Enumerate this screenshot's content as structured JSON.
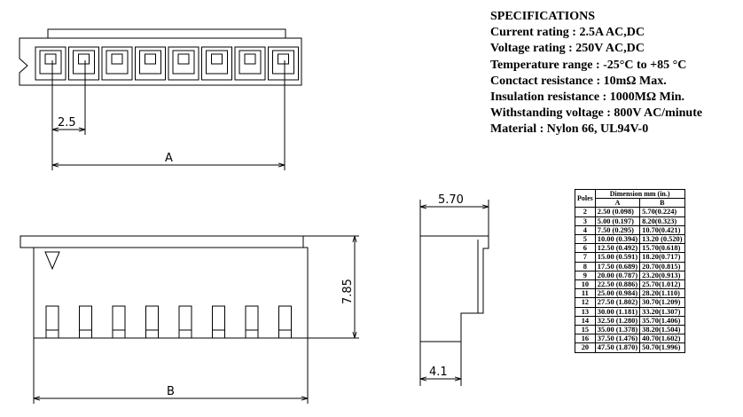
{
  "specifications": {
    "heading": "SPECIFICATIONS",
    "lines": [
      "Current rating : 2.5A AC,DC",
      "Voltage rating : 250V AC,DC",
      "Temperature range : -25°C to +85 °C",
      "Conctact resistance : 10mΩ Max.",
      "Insulation resistance : 1000MΩ Min.",
      "Withstanding voltage : 800V AC/minute",
      "Material : Nylon 66, UL94V-0"
    ]
  },
  "dimensions": {
    "pitch": "2.5",
    "length_a": "A",
    "length_b": "B",
    "height": "7.85",
    "depth_top": "5.70",
    "depth_bottom": "4.1"
  },
  "pin_count": 8,
  "table": {
    "poles_header": "Poles",
    "group_header": "Dimension mm (in.)",
    "col_a": "A",
    "col_b": "B",
    "rows": [
      {
        "poles": "2",
        "a": "2.50 (0.098)",
        "b": "5.70(0.224)"
      },
      {
        "poles": "3",
        "a": "5.00 (0.197)",
        "b": "8.20(0.323)"
      },
      {
        "poles": "4",
        "a": "7.50 (0.295)",
        "b": "10.70(0.421)"
      },
      {
        "poles": "5",
        "a": "10.00 (0.394)",
        "b": "13.20 (0.520)"
      },
      {
        "poles": "6",
        "a": "12.50 (0.492)",
        "b": "15.70(0.618)"
      },
      {
        "poles": "7",
        "a": "15.00 (0.591)",
        "b": "18.20(0.717)"
      },
      {
        "poles": "8",
        "a": "17.50 (0.689)",
        "b": "20.70(0.815)"
      },
      {
        "poles": "9",
        "a": "20.00 (0.787)",
        "b": "23.20(0.913)"
      },
      {
        "poles": "10",
        "a": "22.50 (0.886)",
        "b": "25.70(1.012)"
      },
      {
        "poles": "11",
        "a": "25.00 (0.984)",
        "b": "28.20(1.110)"
      },
      {
        "poles": "12",
        "a": "27.50 (1.802)",
        "b": "30.70(1.209)"
      },
      {
        "poles": "13",
        "a": "30.00 (1.181)",
        "b": "33.20(1.307)"
      },
      {
        "poles": "14",
        "a": "32.50 (1.280)",
        "b": "35.70(1.406)"
      },
      {
        "poles": "15",
        "a": "35.00 (1.378)",
        "b": "38.20(1.504)"
      },
      {
        "poles": "16",
        "a": "37.50 (1.476)",
        "b": "40.70(1.602)"
      },
      {
        "poles": "20",
        "a": "47.50 (1.870)",
        "b": "50.70(1.996)"
      }
    ]
  }
}
